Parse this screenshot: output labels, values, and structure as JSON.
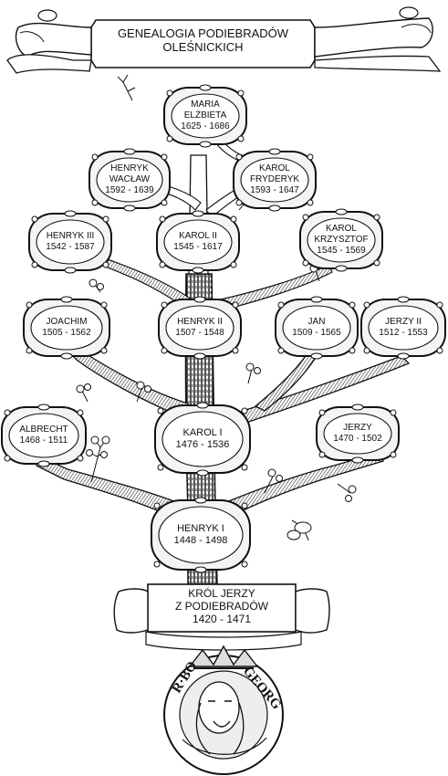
{
  "title": {
    "line1": "GENEALOGIA PODIEBRADÓW",
    "line2": "OLEŚNICKICH"
  },
  "root": {
    "line1": "KRÓL JERZY",
    "line2": "Z PODIEBRADÓW",
    "dates": "1420 - 1471"
  },
  "coin": {
    "inscription_left": "R·BO",
    "inscription_right": "GEORG"
  },
  "persons": [
    {
      "id": "maria-elzbieta",
      "name": "MARIA ELŻBIETA",
      "line1": "MARIA",
      "line2": "ELŻBIETA",
      "dates": "1625 - 1686"
    },
    {
      "id": "henryk-waclaw",
      "name": "HENRYK WACŁAW",
      "line1": "HENRYK",
      "line2": "WACŁAW",
      "dates": "1592 - 1639"
    },
    {
      "id": "karol-fryderyk",
      "name": "KAROL FRYDERYK",
      "line1": "KAROL",
      "line2": "FRYDERYK",
      "dates": "1593 - 1647"
    },
    {
      "id": "henryk-iii",
      "name": "HENRYK III",
      "line1": "HENRYK III",
      "line2": "",
      "dates": "1542 - 1587"
    },
    {
      "id": "karol-ii",
      "name": "KAROL II",
      "line1": "KAROL II",
      "line2": "",
      "dates": "1545 - 1617"
    },
    {
      "id": "karol-krzysztof",
      "name": "KAROL KRZYSZTOF",
      "line1": "KAROL",
      "line2": "KRZYSZTOF",
      "dates": "1545 - 1569"
    },
    {
      "id": "joachim",
      "name": "JOACHIM",
      "line1": "JOACHIM",
      "line2": "",
      "dates": "1505 - 1562"
    },
    {
      "id": "henryk-ii",
      "name": "HENRYK II",
      "line1": "HENRYK II",
      "line2": "",
      "dates": "1507 - 1548"
    },
    {
      "id": "jan",
      "name": "JAN",
      "line1": "JAN",
      "line2": "",
      "dates": "1509 - 1565"
    },
    {
      "id": "jerzy-ii",
      "name": "JERZY II",
      "line1": "JERZY II",
      "line2": "",
      "dates": "1512 - 1553"
    },
    {
      "id": "albrecht",
      "name": "ALBRECHT",
      "line1": "ALBRECHT",
      "line2": "",
      "dates": "1468 - 1511"
    },
    {
      "id": "karol-i",
      "name": "KAROL I",
      "line1": "KAROL I",
      "line2": "",
      "dates": "1476 - 1536"
    },
    {
      "id": "jerzy",
      "name": "JERZY",
      "line1": "JERZY",
      "line2": "",
      "dates": "1470 - 1502"
    },
    {
      "id": "henryk-i",
      "name": "HENRYK I",
      "line1": "HENRYK I",
      "line2": "",
      "dates": "1448 - 1498"
    }
  ],
  "relations": [
    {
      "from": "root",
      "to": "henryk-i"
    },
    {
      "from": "henryk-i",
      "to": "albrecht"
    },
    {
      "from": "henryk-i",
      "to": "karol-i"
    },
    {
      "from": "henryk-i",
      "to": "jerzy"
    },
    {
      "from": "karol-i",
      "to": "joachim"
    },
    {
      "from": "karol-i",
      "to": "henryk-ii"
    },
    {
      "from": "karol-i",
      "to": "jan"
    },
    {
      "from": "karol-i",
      "to": "jerzy-ii"
    },
    {
      "from": "henryk-ii",
      "to": "henryk-iii"
    },
    {
      "from": "henryk-ii",
      "to": "karol-ii"
    },
    {
      "from": "henryk-ii",
      "to": "karol-krzysztof"
    },
    {
      "from": "karol-ii",
      "to": "henryk-waclaw"
    },
    {
      "from": "karol-ii",
      "to": "karol-fryderyk"
    },
    {
      "from": "karol-fryderyk",
      "to": "maria-elzbieta"
    }
  ],
  "colors": {
    "ink": "#111111",
    "frame_fill": "#f4f4f4",
    "bark": "#2a2a2a",
    "paper": "#ffffff"
  }
}
